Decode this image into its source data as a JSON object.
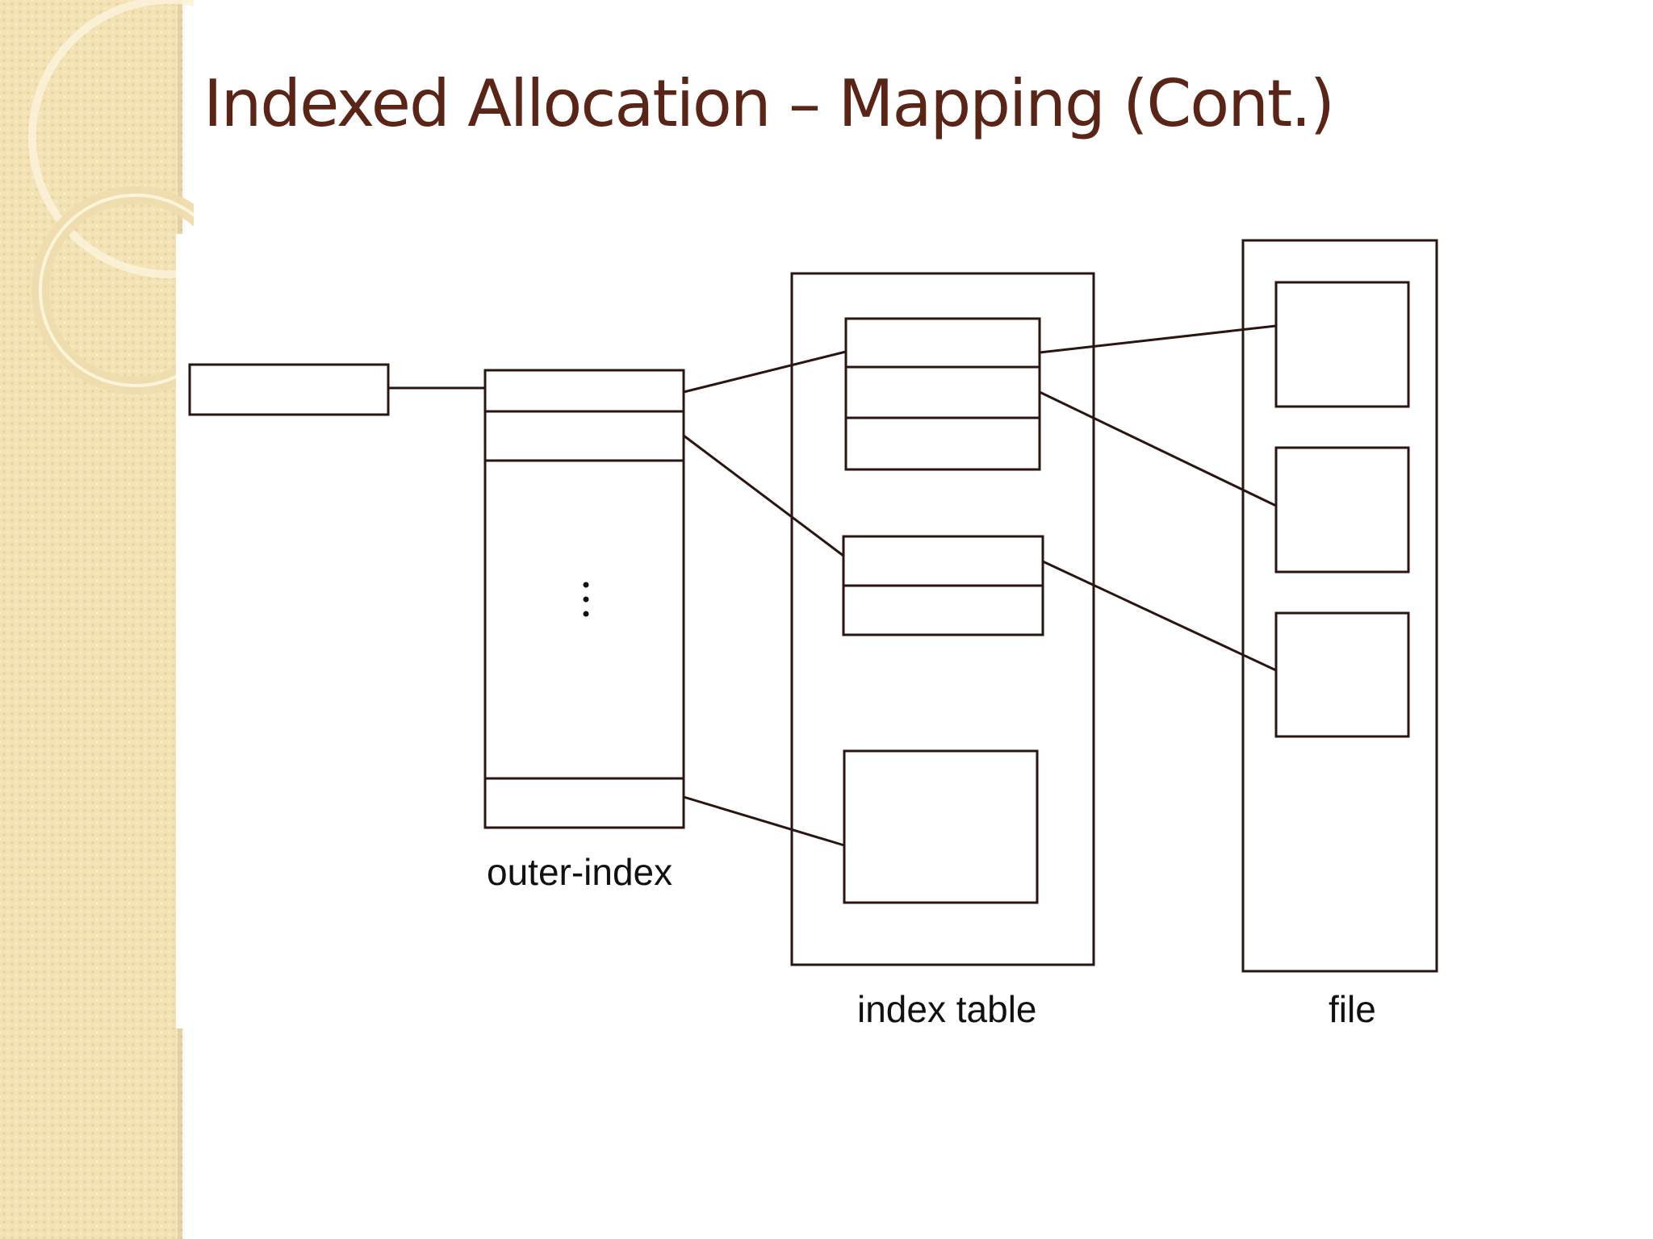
{
  "slide": {
    "title": "Indexed Allocation – Mapping (Cont.)"
  },
  "diagram": {
    "labels": {
      "outer_index": "outer-index",
      "index_table": "index table",
      "file": "file"
    },
    "ellipsis": "⋮"
  },
  "colors": {
    "title": "#5a2416",
    "background_strip": "#f3e2b4",
    "stroke": "#2a1510"
  }
}
